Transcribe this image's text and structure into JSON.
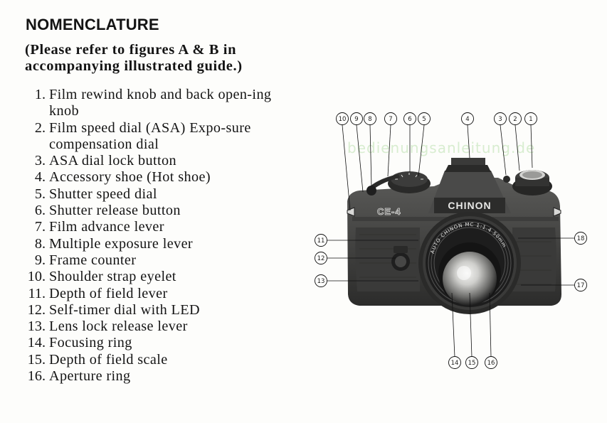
{
  "page": {
    "heading": "NOMENCLATURE",
    "subheading": "(Please refer to figures A & B in accompanying illustrated guide.)"
  },
  "items": [
    {
      "num": "1.",
      "text": "Film rewind knob and back open-ing knob"
    },
    {
      "num": "2.",
      "text": "Film speed dial (ASA) Expo-sure compensation dial"
    },
    {
      "num": "3.",
      "text": "ASA dial lock button"
    },
    {
      "num": "4.",
      "text": "Accessory shoe (Hot shoe)"
    },
    {
      "num": "5.",
      "text": "Shutter speed dial"
    },
    {
      "num": "6.",
      "text": "Shutter release button"
    },
    {
      "num": "7.",
      "text": "Film advance lever"
    },
    {
      "num": "8.",
      "text": "Multiple exposure lever"
    },
    {
      "num": "9.",
      "text": "Frame counter"
    },
    {
      "num": "10.",
      "text": "Shoulder strap eyelet"
    },
    {
      "num": "11.",
      "text": "Depth of field lever"
    },
    {
      "num": "12.",
      "text": "Self-timer dial with LED"
    },
    {
      "num": "13.",
      "text": "Lens lock release lever"
    },
    {
      "num": "14.",
      "text": "Focusing ring"
    },
    {
      "num": "15.",
      "text": "Depth of field scale"
    },
    {
      "num": "16.",
      "text": "Aperture ring"
    }
  ],
  "figure": {
    "brand": "CHINON",
    "model": "CE-4",
    "lens_text": "AUTO CHINON MC 1:1.4 50mm",
    "watermark": "bedienungsanleitung.de",
    "callouts": {
      "c1": "1",
      "c2": "2",
      "c3": "3",
      "c4": "4",
      "c5": "5",
      "c6": "6",
      "c7": "7",
      "c8": "8",
      "c9": "9",
      "c10": "10",
      "c11": "11",
      "c12": "12",
      "c13": "13",
      "c14": "14",
      "c15": "15",
      "c16": "16",
      "c17": "17",
      "c18": "18"
    }
  }
}
